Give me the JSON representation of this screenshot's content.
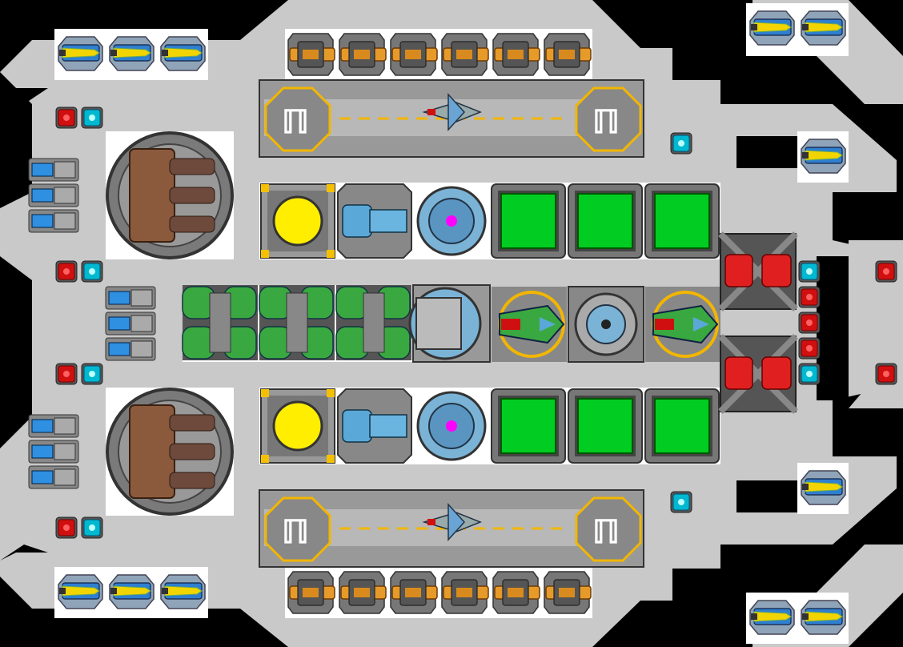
{
  "ship": {
    "hull_color": "#c9c9c9",
    "space_color": "#000000",
    "module_bg": "#ffffff",
    "landing_pad_label": "ℿ",
    "rows": {
      "wide_weapons_top_left": {
        "count": 3,
        "icon": "blue-gold-cannon-icon"
      },
      "orange_cannons_top": {
        "count": 6,
        "icon": "orange-cannon-icon"
      },
      "wide_weapons_top_right": {
        "count": 2,
        "icon": "blue-gold-cannon-icon"
      },
      "green_storage": {
        "count": 3,
        "icon": "green-tank-icon"
      },
      "green_cells_top": {
        "count": 3,
        "icon": "green-cargo-cell-icon"
      },
      "green_cells_bottom": {
        "count": 3,
        "icon": "green-cargo-cell-icon"
      },
      "blue_cells_left": {
        "count": 3,
        "icon": "blue-battery-icon"
      },
      "red_module_stack": {
        "count": 4,
        "icon": "red-light-icon"
      }
    },
    "colors": {
      "yellow_reactor": "#ffee00",
      "green_cell": "#00cc22",
      "magenta_core": "#ff00ff",
      "red_light": "#d01010",
      "cyan_light": "#00b8d0",
      "orange_cannon": "#d88a1e",
      "brown_turret": "#8b5a3c"
    }
  }
}
